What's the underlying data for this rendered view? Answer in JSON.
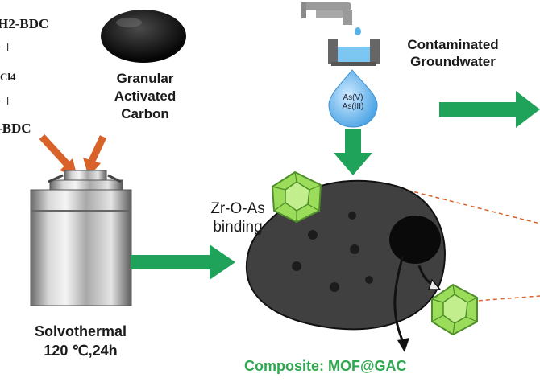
{
  "reagents": {
    "line1": "H2-BDC",
    "plus1": "+",
    "line2": "Cl4",
    "plus2": "+",
    "line3": "-BDC"
  },
  "gac": {
    "line1": "Granular",
    "line2": "Activated",
    "line3": "Carbon"
  },
  "water": {
    "line1": "Contaminated",
    "line2": "Groundwater"
  },
  "drop": {
    "line1": "As(V)",
    "line2": "As(III)"
  },
  "binding": {
    "line1": "Zr-O-As",
    "line2": "binding"
  },
  "reactor": {
    "line1": "Solvothermal",
    "line2": "120 ℃,24h"
  },
  "composite_label": "Composite: MOF@GAC",
  "colors": {
    "arrow_green": "#1fa35a",
    "arrow_orange": "#d9622b",
    "mof_green": "#9bdc5a",
    "composite_text": "#2fa84f",
    "water_blue": "#5ab4ea",
    "carbon": "#3a3a3a"
  }
}
